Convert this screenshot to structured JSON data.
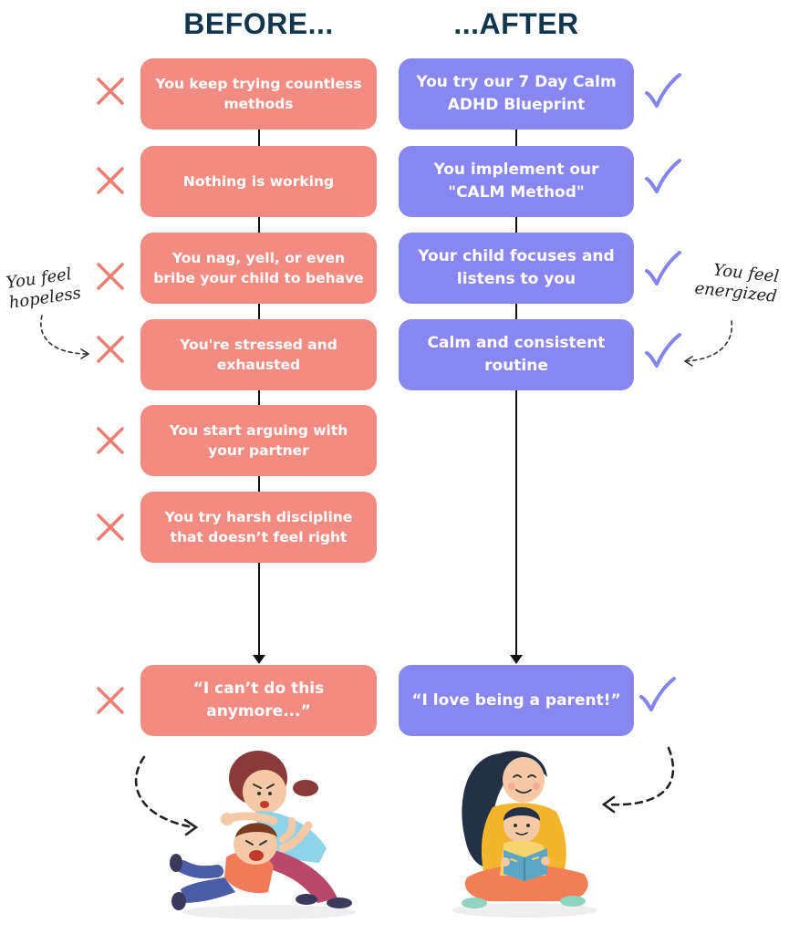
{
  "headings": {
    "before": "BEFORE...",
    "after": "...AFTER"
  },
  "before_steps": [
    "You keep trying countless methods",
    "Nothing is working",
    "You nag, yell, or even bribe your child to behave",
    "You're stressed and exhausted",
    "You start arguing with your partner",
    "You try harsh  discipline that doesn’t feel right"
  ],
  "before_result": "“I can’t do this anymore...”",
  "after_steps": [
    "You try our 7 Day Calm ADHD Blueprint",
    "You implement our \"CALM Method\"",
    "Your child focuses and listens to you",
    "Calm and consistent routine"
  ],
  "after_result": "“I love being a parent!”",
  "notes": {
    "left": "You feel hopeless",
    "right": "You feel energized"
  },
  "colors": {
    "before": "#f28c82",
    "after": "#8887f0",
    "heading": "#11364d",
    "cross": "#f07c72",
    "check": "#8583ee"
  },
  "icons": {
    "before_mark": "x-mark-icon",
    "after_mark": "check-mark-icon"
  }
}
